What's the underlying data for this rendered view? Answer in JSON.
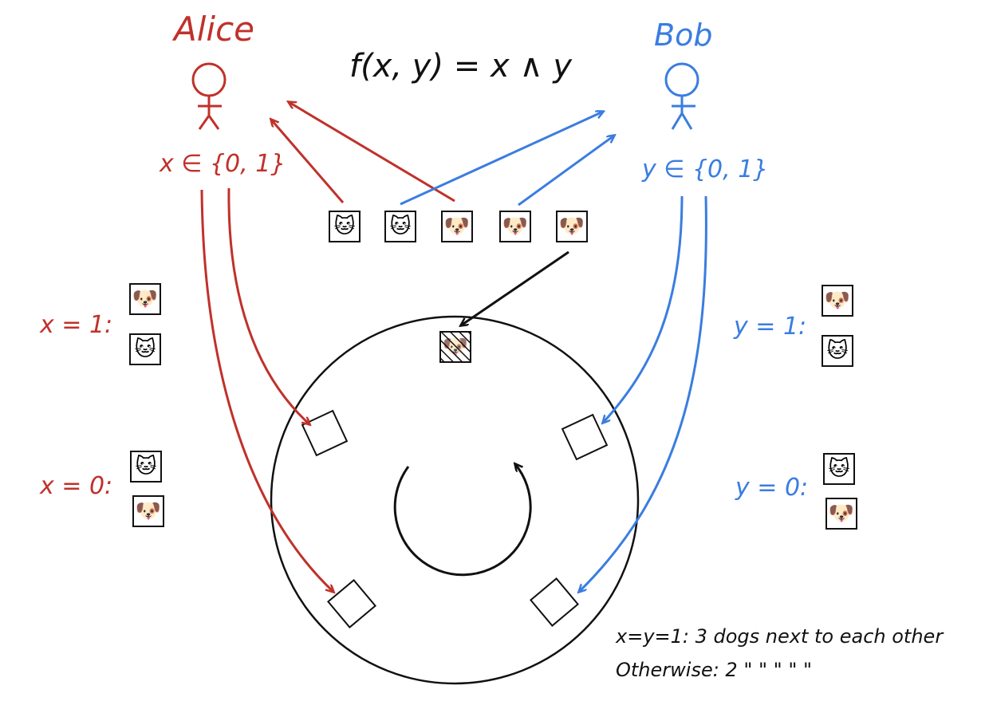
{
  "alice": {
    "name": "Alice",
    "input": "x ∈ {0, 1}",
    "color": "#c0312b"
  },
  "bob": {
    "name": "Bob",
    "input": "y ∈ {0, 1}",
    "color": "#3a7de0"
  },
  "function_label": "f(x, y) = x ∧ y",
  "encodings": {
    "x1": "x = 1:",
    "x0": "x = 0:",
    "y1": "y = 1:",
    "y0": "y = 0:"
  },
  "icons": {
    "cat": "cat-face",
    "dog": "dog-face"
  },
  "glyphs": {
    "cat": "🐱",
    "dog": "🐶"
  },
  "notes": {
    "line1": "x=y=1: 3 dogs next to each other",
    "line2": "Otherwise: 2  \"   \"   \"   \"   \""
  }
}
